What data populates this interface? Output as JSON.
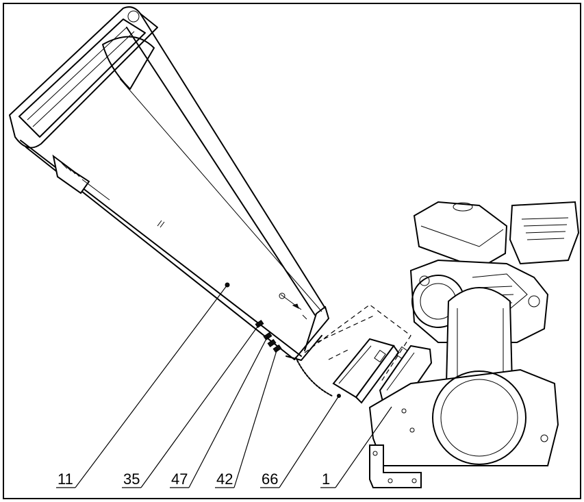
{
  "callouts": [
    {
      "id": "c11",
      "label": "11"
    },
    {
      "id": "c35",
      "label": "35"
    },
    {
      "id": "c47",
      "label": "47"
    },
    {
      "id": "c42",
      "label": "42"
    },
    {
      "id": "c66",
      "label": "66"
    },
    {
      "id": "c1",
      "label": "1"
    }
  ]
}
